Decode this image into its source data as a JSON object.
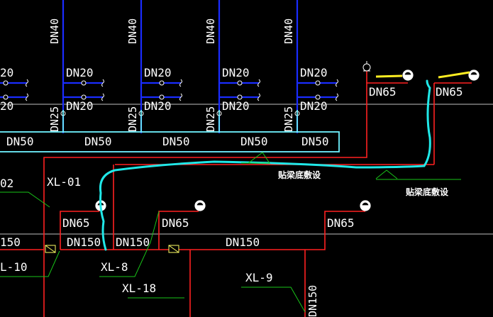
{
  "labels": {
    "dn40": "DN40",
    "dn20": "DN20",
    "dn20_partial": "20",
    "dn25": "DN25",
    "dn50": "DN50",
    "dn65": "DN65",
    "dn150": "DN150",
    "dn150_partial": "150",
    "d02_partial": "02",
    "xl01": "XL-01",
    "xl10_partial": "L-10",
    "xl8": "XL-8",
    "xl18": "XL-18",
    "xl9": "XL-9",
    "beam_note": "贴梁底敷设"
  },
  "colors": {
    "background": "#000000",
    "supply_pipe": "#1a2cff",
    "header_pipe": "#6ff3ff",
    "fire_main": "#ff2020",
    "sketch_line": "#20e8e8",
    "leader": "#19c419",
    "sprinkler_head": "#ffee22",
    "gridline": "#ffffff"
  }
}
